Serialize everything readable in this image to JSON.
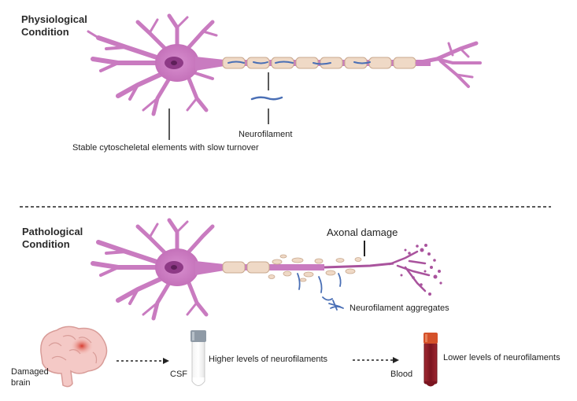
{
  "physiological": {
    "title_line1": "Physiological",
    "title_line2": "Condition",
    "neurofilament_label": "Neurofilament",
    "stable_label": "Stable cytoscheletal elements  with slow turnover"
  },
  "pathological": {
    "title_line1": "Pathological",
    "title_line2": "Condition",
    "axonal_damage_label": "Axonal damage",
    "aggregates_label": "Neurofilament aggregates"
  },
  "bottom": {
    "brain_label_line1": "Damaged",
    "brain_label_line2": "brain",
    "csf_label": "CSF",
    "csf_levels": "Higher levels of neurofilaments",
    "blood_label": "Blood",
    "blood_levels": "Lower  levels of neurofilaments"
  },
  "colors": {
    "neuron": "#c97bc0",
    "neuron_dark": "#a9539d",
    "nucleus": "#8e3a86",
    "myelin": "#efd9c6",
    "filament": "#4a6fb5",
    "blood": "#8c1d26",
    "tube_cap_csf": "#8f9aa6",
    "tube_cap_blood": "#d4512a"
  }
}
